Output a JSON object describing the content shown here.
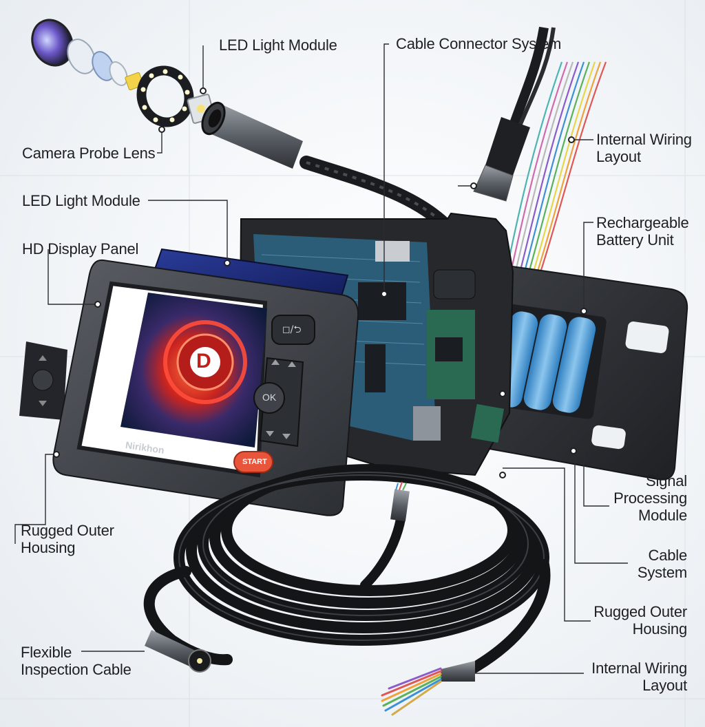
{
  "device": {
    "brand": "Nirikhon",
    "screen_logo": "D",
    "buttons": {
      "mode": "◻/⮌",
      "ok": "OK",
      "start": "START"
    }
  },
  "labels": {
    "camera_probe_lens": "Camera Probe Lens",
    "led_light_module_top": "LED Light Module",
    "cable_connector_system": "Cable Connector System",
    "internal_wiring_layout_top": [
      "Internal Wiring",
      "Layout"
    ],
    "led_light_module_left": "LED Light Module",
    "hd_display_panel": "HD Display Panel",
    "rechargeable_battery_unit": [
      "Rechargeable",
      "Battery Unit"
    ],
    "signal_processing_module": [
      "Signal",
      "Processing",
      "Module"
    ],
    "cable_system": [
      "Cable",
      "System"
    ],
    "rugged_outer_housing_left": [
      "Rugged Outer",
      "Housing"
    ],
    "rugged_outer_housing_right": [
      "Rugged Outer",
      "Housing"
    ],
    "flexible_inspection_cable": [
      "Flexible",
      "Inspection Cable"
    ],
    "internal_wiring_layout_bottom": [
      "Internal Wiring",
      "Layout"
    ]
  },
  "colors": {
    "housing": "#3a3d42",
    "housing_dark": "#22252a",
    "pcb": "#2c5d78",
    "battery": "#4f9fd6",
    "start_button": "#e8553a",
    "screen_glow": "#e8312b"
  }
}
